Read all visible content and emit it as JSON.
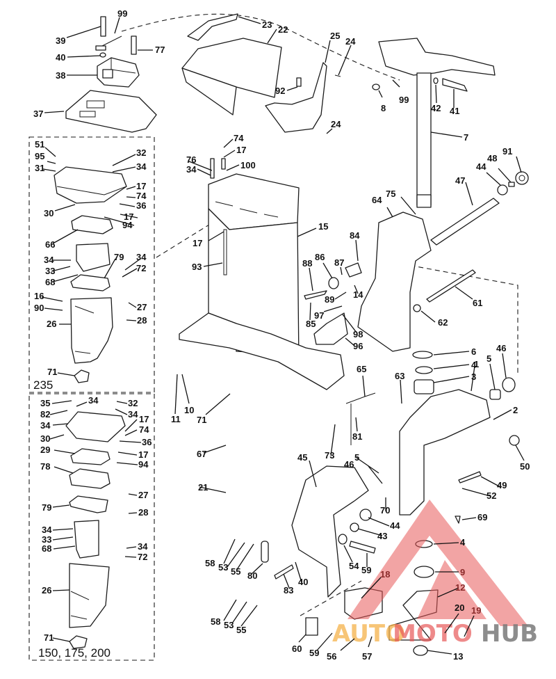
{
  "diagram": {
    "title": "Outboard motor midsection / exhaust housing exploded parts diagram",
    "groups": {
      "upper_box_caption": "235",
      "lower_box_caption": "150, 175, 200"
    },
    "callouts": {
      "c39": "39",
      "c99a": "99",
      "c40a": "40",
      "c77": "77",
      "c38": "38",
      "c37": "37",
      "c23": "23",
      "c22": "22",
      "c25": "25",
      "c24a": "24",
      "c92": "92",
      "c24b": "24",
      "c99b": "99",
      "c8": "8",
      "c42": "42",
      "c41": "41",
      "c7": "7",
      "c91": "91",
      "c48": "48",
      "c44a": "44",
      "c47": "47",
      "c75": "75",
      "c64": "64",
      "u51": "51",
      "u95": "95",
      "u31": "31",
      "u32": "32",
      "u34a": "34",
      "u17a": "17",
      "u74": "74",
      "u36": "36",
      "u30": "30",
      "u17b": "17",
      "u94": "94",
      "u66": "66",
      "u34b": "34",
      "u79": "79",
      "u34c": "34",
      "u72": "72",
      "u33": "33",
      "u68": "68",
      "u16": "16",
      "u90": "90",
      "u27": "27",
      "u28": "28",
      "u26": "26",
      "u71": "71",
      "m74": "74",
      "m17a": "17",
      "m76": "76",
      "m34": "34",
      "m100": "100",
      "m17b": "17",
      "m93": "93",
      "m15": "15",
      "m84": "84",
      "m86": "86",
      "m87": "87",
      "m88": "88",
      "m89": "89",
      "m14": "14",
      "m97": "97",
      "m85": "85",
      "m98": "98",
      "m96": "96",
      "m61": "61",
      "m62": "62",
      "l35": "35",
      "l34a": "34",
      "l32": "32",
      "l34b": "34",
      "l82": "82",
      "l34c": "34",
      "l17a": "17",
      "l74": "74",
      "l30": "30",
      "l36": "36",
      "l29": "29",
      "l17b": "17",
      "l94": "94",
      "l78": "78",
      "l27": "27",
      "l79": "79",
      "l28": "28",
      "l34d": "34",
      "l33": "33",
      "l34e": "34",
      "l68": "68",
      "l72": "72",
      "l26": "26",
      "l71": "71",
      "b10": "10",
      "b11": "11",
      "b71": "71",
      "b67": "67",
      "b21": "21",
      "r6": "6",
      "r4a": "4",
      "r3": "3",
      "r1": "1",
      "r5a": "5",
      "r46a": "46",
      "r2": "2",
      "r63": "63",
      "r65": "65",
      "r81": "81",
      "r73": "73",
      "r50": "50",
      "r49": "49",
      "r52": "52",
      "r45": "45",
      "r5b": "5",
      "r46b": "46",
      "r70": "70",
      "r44": "44",
      "r43": "43",
      "r69": "69",
      "r54": "54",
      "r59a": "59",
      "r58a": "58",
      "r53a": "53",
      "r55a": "55",
      "r80": "80",
      "r40": "40",
      "r83": "83",
      "r4b": "4",
      "r9": "9",
      "r18": "18",
      "r12": "12",
      "r58b": "58",
      "r53b": "53",
      "r55b": "55",
      "r20": "20",
      "r19": "19",
      "r60": "60",
      "r59b": "59",
      "r56": "56",
      "r57": "57",
      "r13": "13"
    }
  },
  "watermark": {
    "word_part_1": "AUTO",
    "word_part_2": "MOTO",
    "word_part_3": "HUB",
    "colors": {
      "triangle": "#e85a5a",
      "auto": "#f5b24a",
      "moto": "#e85a5a",
      "hub": "#7a7a7a"
    }
  }
}
